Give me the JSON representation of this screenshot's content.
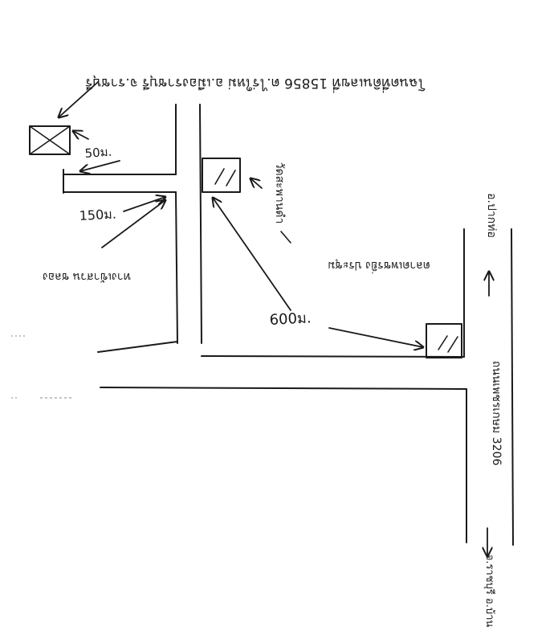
{
  "title": "โฉนดที่ดินเลขที่ 15856 ต.ไร่ใหม่ อ.เมืองราชบุรี จ.ราชบุรี",
  "labels": {
    "dist_50": "50ม.",
    "dist_150": "150ม.",
    "dist_600": "600ม.",
    "access_road": "ทางเข้าสวน ชลอง",
    "right_side": "วัดสะพานดำ",
    "market": "ตลาดเพชรยิ่ง ประชุม",
    "highway": "ถนนเพชรเกษม 3206",
    "direction_top": "อ.ปากท่อ",
    "direction_bottom": "จ.ราชบุรี อ.บ้าน"
  },
  "colors": {
    "ink": "#1a1a1a",
    "paper": "#ffffff"
  }
}
